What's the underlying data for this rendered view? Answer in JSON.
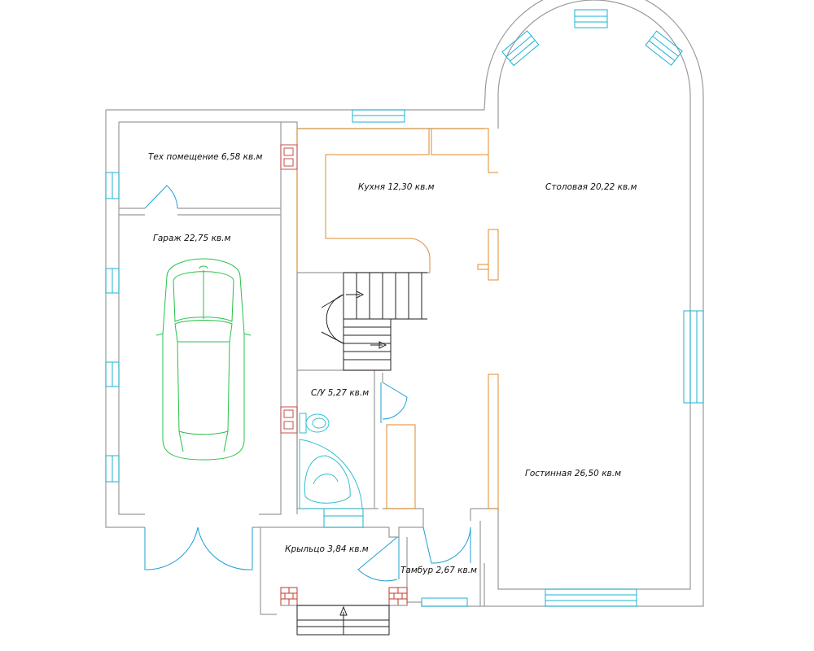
{
  "rooms": {
    "tech": "Тех помещение 6,58 кв.м",
    "garage": "Гараж 22,75 кв.м",
    "kitchen": "Кухня 12,30 кв.м",
    "dining": "Столовая 20,22 кв.м",
    "bathroom": "С/У 5,27 кв.м",
    "living": "Гостинная 26,50 кв.м",
    "porch": "Крыльцо 3,84 кв.м",
    "vestibule": "Тамбур 2,67 кв.м"
  },
  "colors": {
    "walls": "#9a9a9a",
    "windows": "#19b3d3",
    "furniture": "#e08a2c",
    "car": "#27c24a",
    "plumbing": "#33bfcf",
    "stairs": "#222222",
    "brick": "#c0392b"
  }
}
